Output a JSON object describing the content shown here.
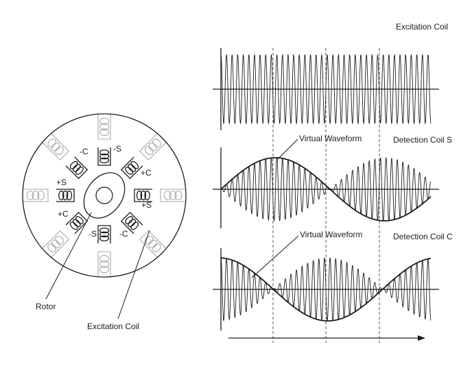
{
  "resolver_left": {
    "coil_labels": {
      "minus_c_top": "-C",
      "minus_s_top": "-S",
      "plus_c_right": "+C",
      "plus_s_left": "+S",
      "plus_s_right": "+S",
      "plus_c_left": "+C",
      "minus_s_bottom": "-S",
      "minus_c_bottom": "-C"
    },
    "rotor_label": "Rotor",
    "excitation_label": "Excitation Coil"
  },
  "waveforms": {
    "excitation_title": "Excitation Coil",
    "detection_s_title": "Detection Coil S",
    "detection_c_title": "Detection Coil C",
    "virtual_s_label": "Virtual Waveform",
    "virtual_c_label": "Virtual Waveform"
  },
  "colors": {
    "ink": "#1a1a1a",
    "light_coil": "#a8a8a8",
    "dashed": "#555555"
  }
}
